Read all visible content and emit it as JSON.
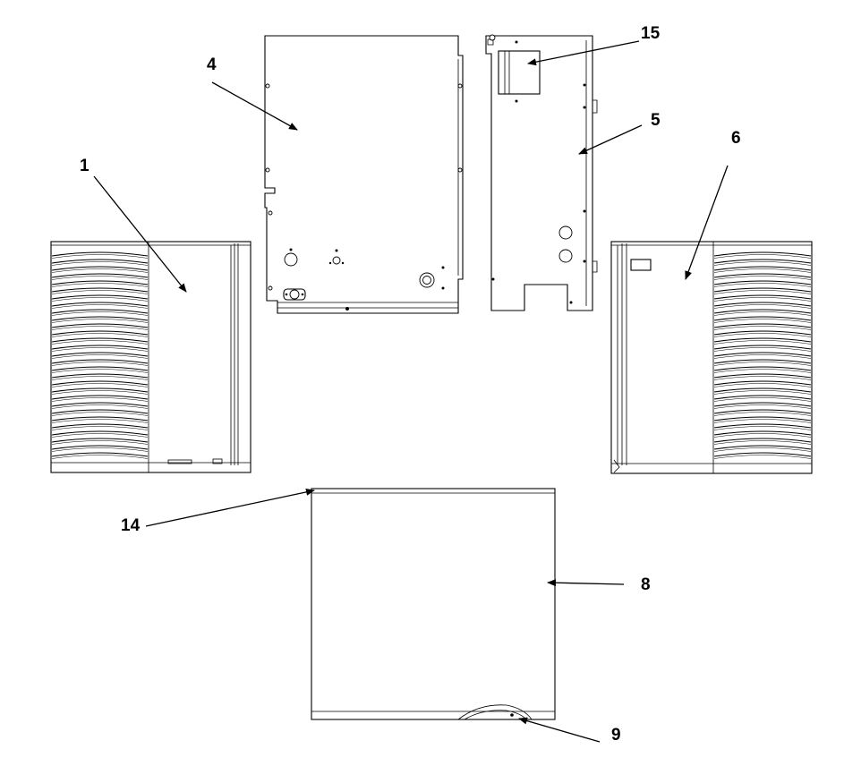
{
  "callouts": {
    "c1": "1",
    "c4": "4",
    "c5": "5",
    "c6": "6",
    "c8": "8",
    "c9": "9",
    "c14": "14",
    "c15": "15"
  },
  "colors": {
    "line": "#000000",
    "background": "#ffffff"
  }
}
